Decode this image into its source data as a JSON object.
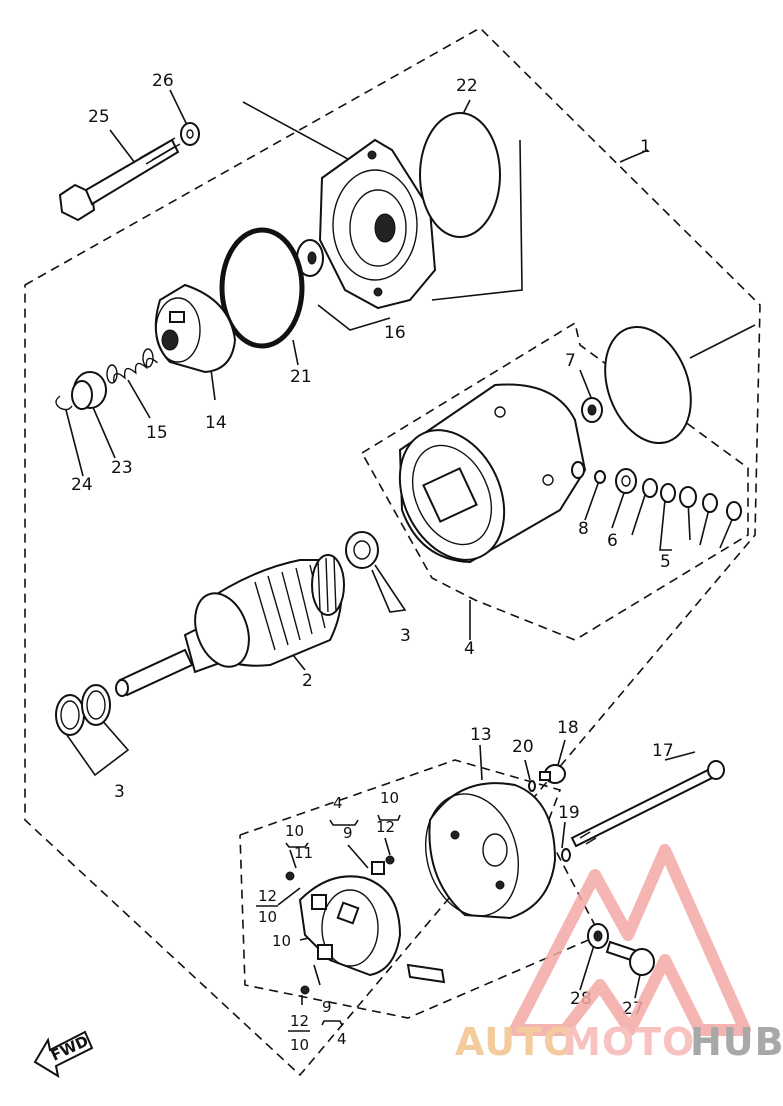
{
  "callouts": {
    "p1": "1",
    "p2": "2",
    "p3a": "3",
    "p3b": "3",
    "p4a": "4",
    "p4b": "4",
    "p4c": "4",
    "p5": "5",
    "p6": "6",
    "p7": "7",
    "p8": "8",
    "p9a": "9",
    "p9b": "9",
    "p10a": "10",
    "p10b": "10",
    "p10c": "10",
    "p10d": "10",
    "p10e": "10",
    "p11": "11",
    "p12a": "12",
    "p12b": "12",
    "p12c": "12",
    "p13": "13",
    "p14": "14",
    "p15": "15",
    "p16": "16",
    "p17": "17",
    "p18": "18",
    "p19": "19",
    "p20": "20",
    "p21": "21",
    "p22": "22",
    "p23": "23",
    "p24": "24",
    "p25": "25",
    "p26": "26",
    "p27": "27",
    "p28": "28"
  },
  "fwd_label": "FWD",
  "watermark": {
    "text_a": "AUTO",
    "text_b": "MOTO",
    "text_c": "HUB",
    "color_a": "#f2c38c",
    "color_b": "#f6b8b4",
    "color_c": "#9a9a9a"
  }
}
